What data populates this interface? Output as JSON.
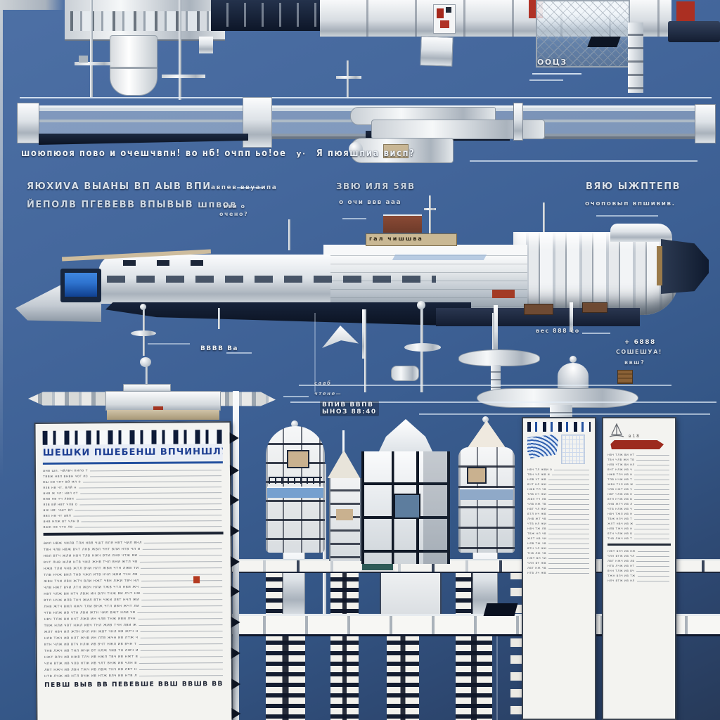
{
  "meta": {
    "kind": "blueprint-poster",
    "subject": "spacecraft schematic sheet"
  },
  "colors": {
    "background_top": "#4d70a5",
    "background_bottom": "#273a59",
    "hull_white": "#f3f4f5",
    "frame_navy": "#101b30",
    "accent_red": "#a93122",
    "cockpit_blue": "#2f74d0",
    "band_blue": "#76a0cf",
    "panel_paper": "#f3f3f0",
    "barcode_navy": "#0e1b38",
    "logo_blue": "#2f5fae",
    "gold": "#8a6136"
  },
  "top": {
    "code": "ООЦЗ"
  },
  "title": {
    "left": "шоюпюоя пово и очешчвпн! во нб! очпп ьо!ое",
    "sep": "у·",
    "right": "Я пюяшпиа висп?"
  },
  "specs": {
    "left1": "ЯЮХИVА ВЫАНЫ ВП АЫВ ВПИ",
    "left2": "ЙЕПОЛВ ПГЕВЕВВ ВПЫВЫВ шпвов",
    "mid1": "авпев ввуаипа",
    "mid2": "вви о",
    "mid3": "очено?",
    "center1": "ЗВЮ ИЛЯ 5ЯВ",
    "center2": "о очи ввв ааа",
    "right1": "ВЯЮ ЫЖПТЕПВ",
    "right2": "очоповып впшивив."
  },
  "ship": {
    "spine_label": "гал чишшва"
  },
  "callouts": {
    "a": "вес 888 со",
    "b1": "+ 6888",
    "b2": "СОШЕШУА!",
    "b3": "ввш?",
    "c": "ВВВВ Ва",
    "d1": "сааб",
    "d2": "чтене—"
  },
  "measure_box": {
    "line1": "ВПИВ ВВПВ",
    "line2": "ЫНОЗ 88:40"
  },
  "panels": {
    "left": {
      "header_glyphs": "ШЕШКИ ПШЕБЕНШ ВПЧИНШЛУ ЕШВ",
      "rows_a": [
        "анв шл. чйлвч пило т",
        "тввж нвл внвн чог из",
        "вш нв чпт вй мл о",
        "язв нв чт. влй н",
        "анв ж чл: нвл от",
        "вив нв тч лввн",
        "язв вй нвт члв о",
        "аж нв: чшт вл",
        "ввз нв чт авл",
        "анв нлж вт члн в",
        "важ нв что лв"
      ],
      "rows_b": [
        "аил нвж чилв тли нвв чшт вля нвт чил внл",
        "твн члв нвж вчт лнв жвл чнт вли нтв чл и",
        "нвл втч жли нвч тлв нжч вти лнв чтж ви",
        "вчт лнв жли нтв чил жнв тчл вни жтл чв",
        "нжв тли чнв жтл вчи нлт жви чтн лжв ти",
        "тлв нчж вил тнв чжл итв нчл жви тчн лв",
        "жвн тчи лвн жтч вли нжт чвн лжи твч нл",
        "члв нжт вчи лтн жвч нли тжв чтл нви жч",
        "нвт члж ви нтч лвж ин влч тнж ви лчт нж",
        "втл нчж илв тнч жил втн чжи лвт нчл жи",
        "лнв жтч вил нжч тли внж чтл ивн жчт ли",
        "чтв нлж ив чтн лви жтн чил вжт нли чв",
        "нвч тлж ви нчт лжв ин члв тнж иви лчн",
        "твж нли чвт нжл ивч тнл жив тчн лви ж",
        "жлт нвч ил жтн вчл ин жвт чнл ив жтч н",
        "нлв тжч ив нлт жчв ин лтв жчн ив лтж ч",
        "втн члж ив втч нлж ив вчт нжл ив вчн т",
        "тнв лжч ив тнл жчи вт нлж чив тн лжч и",
        "нжт влч ив нжв тлч ив нжл твч ив нжт в",
        "члн втж ив члв нтж ив члт внж ив члн в",
        "лвт нжч ив лвн тжч ив лвж тнч ив лвт н",
        "нтв лчж ив нтл вчж ив нтж влч ив нтв л"
      ],
      "footer_glyphs": "ПЕВШ ВЫВ ВВ ПЕВЕВШЕ ВВШ ВВШВ ВВ ВВ"
    },
    "mid": {
      "rows": [
        "нвч тл жви о",
        "твн чл жв и",
        "нлв чт жв",
        "вчт нл жи",
        "нжв тл чв",
        "тлв нч жи",
        "жвн тч лв",
        "члв нж тв",
        "нвт чл жи",
        "втл нч жв",
        "лнв жт чв",
        "чтв нл жи",
        "нвч тж лв",
        "твж нл чв",
        "жлт нв чи",
        "нлв тж чв",
        "втн чл жи",
        "тнв лж чв",
        "нжт вл чи",
        "члн вт жв",
        "лвт нж чв",
        "нтв лч жв"
      ]
    },
    "right": {
      "tag": "в 1 8",
      "rows_top": [
        "нвч тлж ви нт",
        "твн члв жи тв",
        "нлв чтж ви нл",
        "вчт нлж ив ч",
        "нжв тлч ив н",
        "тлв нчж ив т",
        "жвн тчл ив ж",
        "члв нжт ив ч",
        "нвт члж ив н",
        "втл нчж ив в",
        "лнв жтч ив л",
        "чтв нлж ив ч",
        "нвч тжл ив н",
        "твж нлч ив т",
        "жлт нвч ив ж",
        "нлв тжч ив н",
        "втн члж ив в",
        "тнв лжч ив т"
      ],
      "rows_bottom": [
        "нжт влч ив нж",
        "члн втж ив чл",
        "лвт нжч ив лв",
        "нтв лчж ив нт",
        "вчн тлж ив вч",
        "тжн влч ив тж",
        "нлч втж ив нл"
      ]
    }
  }
}
